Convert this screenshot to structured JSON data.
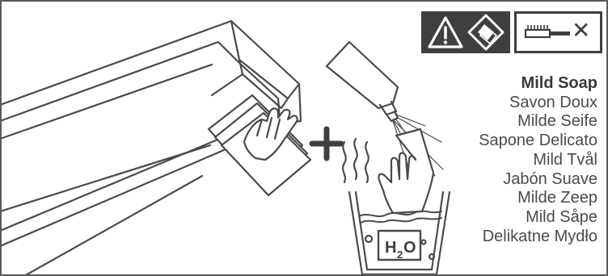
{
  "icons": {
    "warning": "warning-triangle-icon",
    "cleaning_cloth": "cloth-in-diamond-icon",
    "no_brush": "no-brush-icon",
    "brush_cross_glyph": "✕"
  },
  "water_label": {
    "letter_h": "H",
    "subscript": "2",
    "letter_o": "O"
  },
  "operator": "+",
  "soap_labels": [
    "Mild Soap",
    "Savon Doux",
    "Milde Seife",
    "Sapone Delicato",
    "Mild Tvål",
    "Jabón Suave",
    "Milde Zeep",
    "Mild Såpe",
    "Delikatne Mydło"
  ],
  "colors": {
    "line": "#4a4a4a",
    "icon_dark": "#3f3f3f",
    "frame": "#5a5a5a",
    "background": "#ffffff"
  }
}
